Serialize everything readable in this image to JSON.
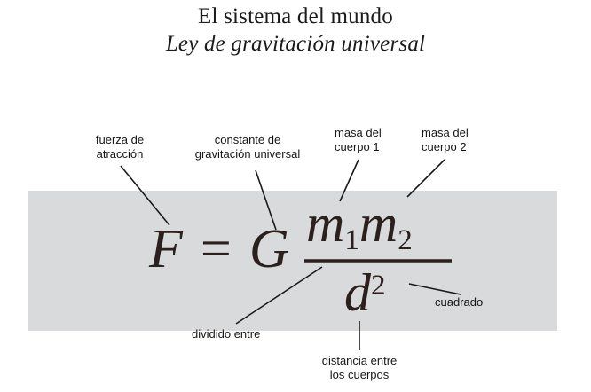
{
  "document": {
    "title": "El sistema del mundo",
    "subtitle": "Ley de gravitación universal",
    "background_color": "#ffffff",
    "band_color": "#d8dadc",
    "text_color": "#1a1a1a",
    "formula_color": "#2b201d"
  },
  "formula": {
    "left_side": "F",
    "equals": "=",
    "constant": "G",
    "numerator": {
      "mass1_symbol": "m",
      "mass1_subscript": "1",
      "mass2_symbol": "m",
      "mass2_subscript": "2"
    },
    "denominator": {
      "distance_symbol": "d",
      "exponent": "2"
    },
    "plain_text": "F = G m1 m2 / d2"
  },
  "callouts": {
    "force": {
      "line1": "fuerza de",
      "line2": "atracción"
    },
    "constant": {
      "line1": "constante de",
      "line2": "gravitación universal"
    },
    "mass1": {
      "line1": "masa del",
      "line2": "cuerpo 1"
    },
    "mass2": {
      "line1": "masa del",
      "line2": "cuerpo 2"
    },
    "divided": {
      "line1": "dividido entre"
    },
    "distance": {
      "line1": "distancia entre",
      "line2": "los cuerpos"
    },
    "squared": {
      "line1": "cuadrado"
    }
  }
}
